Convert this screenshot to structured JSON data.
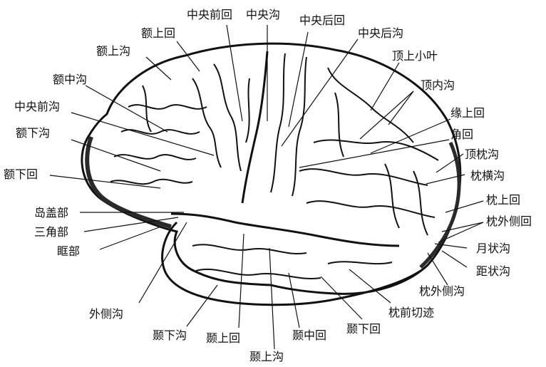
{
  "labels": {
    "zhongyang_qianhui": "中央前回",
    "zhongyang_gou": "中央沟",
    "zhongyang_houhui": "中央后回",
    "zhongyang_hougou": "中央后沟",
    "eshanghui": "额上回",
    "eshanggou": "额上沟",
    "dingshang_xiaoye": "顶上小叶",
    "ezhonggou": "额中沟",
    "dingneigou": "顶内沟",
    "zhongyang_qiangou": "中央前沟",
    "yuanshanghui": "缘上回",
    "exiagou": "额下沟",
    "jiaohui": "角回",
    "dingzhengou": "顶枕沟",
    "exiahui": "额下回",
    "zhenhenggou": "枕横沟",
    "zhenshanghui": "枕上回",
    "daogaibu": "岛盖部",
    "zhenwaicehui": "枕外侧回",
    "sanjiaobu": "三角部",
    "kuangbu": "眶部",
    "yuezhuanggou": "月状沟",
    "juzhuanggou": "距状沟",
    "zhenwaicegou": "枕外侧沟",
    "waicegou": "外侧沟",
    "zhenqian_qieji": "枕前切迹",
    "niexiahui": "颞下回",
    "niezhonghui": "颞中回",
    "niexiagou": "颞下沟",
    "nieshanghui": "颞上回",
    "nieshanggou": "颞上沟"
  },
  "colors": {
    "ink": "#111111",
    "fill": "#ffffff",
    "shade": "#2a2a2a"
  }
}
